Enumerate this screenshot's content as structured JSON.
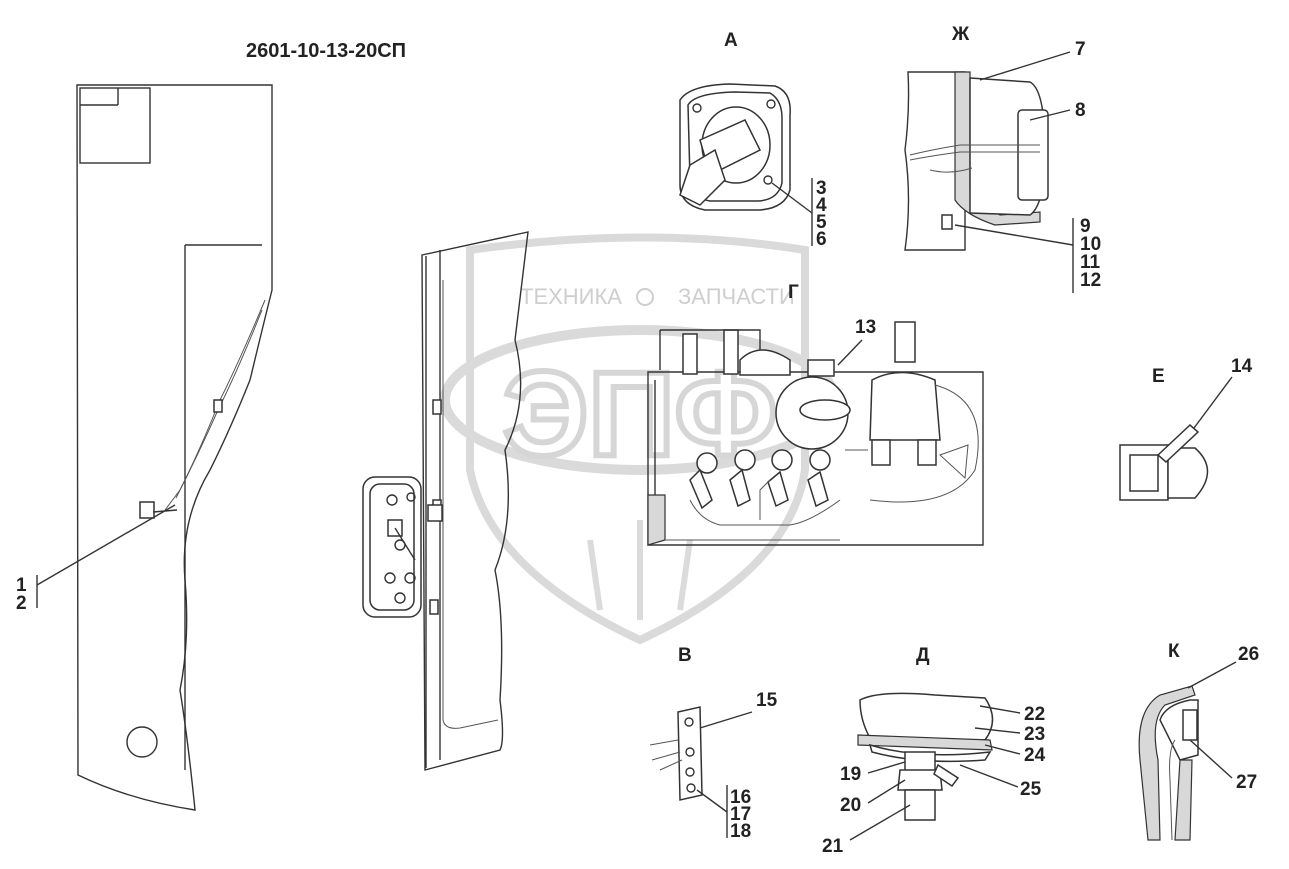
{
  "title": "2601-10-13-20СП",
  "views": {
    "a": "А",
    "zh": "Ж",
    "g": "Г",
    "e": "Е",
    "v": "В",
    "d": "Д",
    "k": "К"
  },
  "callouts": {
    "n1": "1",
    "n2": "2",
    "n3": "3",
    "n4": "4",
    "n5": "5",
    "n6": "6",
    "n7": "7",
    "n8": "8",
    "n9": "9",
    "n10": "10",
    "n11": "11",
    "n12": "12",
    "n13": "13",
    "n14": "14",
    "n15": "15",
    "n16": "16",
    "n17": "17",
    "n18": "18",
    "n19": "19",
    "n20": "20",
    "n21": "21",
    "n22": "22",
    "n23": "23",
    "n24": "24",
    "n25": "25",
    "n26": "26",
    "n27": "27"
  },
  "watermark": {
    "left": "ТЕХНИКА",
    "right": "ЗАПЧАСТИ",
    "logo": "ЭПФ"
  }
}
